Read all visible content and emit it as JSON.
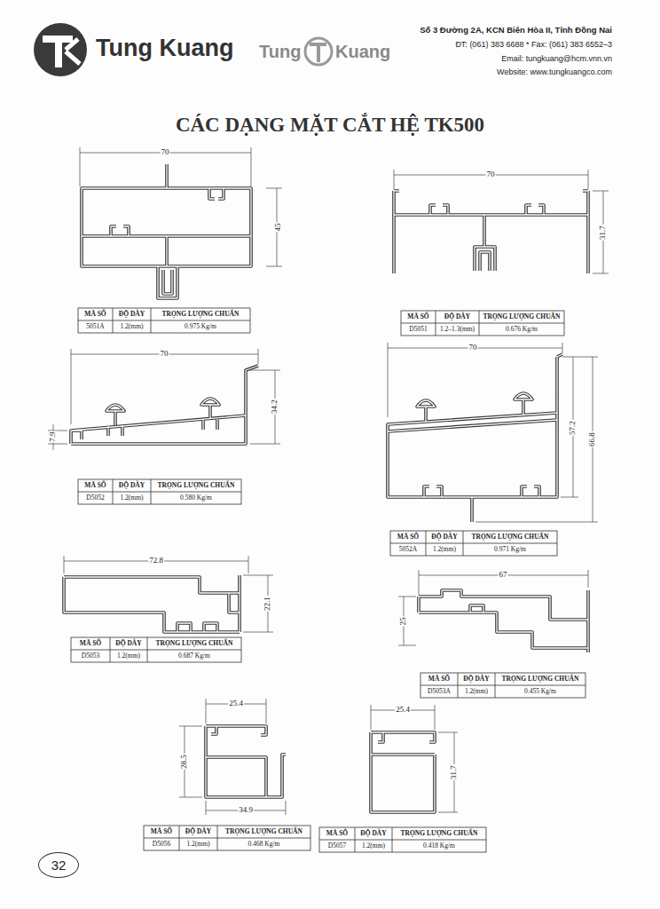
{
  "diagram": {
    "title": "CÁC DẠNG MẶT CẮT HỆ TK500",
    "nodes": [
      {
        "text": [
          "32"
        ]
      }
    ],
    "labels": [
      "Tung Kuang",
      "Tung",
      "Kuang",
      "Số 3 Đường 2A, KCN Biên Hòa II, Tỉnh Đồng Nai",
      "ĐT: (061) 383 6688 * Fax: (061) 383 6552–3",
      "Email: tungkuang@hcm.vnn.vn",
      "Website: www.tungkuangco.com",
      "70",
      "45",
      "MÃ SỐ",
      "ĐỘ DÀY",
      "TRỌNG LƯỢNG CHUẨN",
      "5051A",
      "1.2(mm)",
      "0.975 Kg/m",
      "70",
      "31.7",
      "MÃ SỐ",
      "ĐỘ DÀY",
      "TRỌNG LƯỢNG CHUẨN",
      "D5051",
      "1.2–1.3(mm)",
      "0.676 Kg/m",
      "70",
      "34.2",
      "7.9",
      "MÃ SỐ",
      "ĐỘ DÀY",
      "TRỌNG LƯỢNG CHUẨN",
      "D5052",
      "1.2(mm)",
      "0.580 Kg/m",
      "70",
      "57.2",
      "66.8",
      "MÃ SỐ",
      "ĐỘ DÀY",
      "TRỌNG LƯỢNG CHUẨN",
      "5052A",
      "1.2(mm)",
      "0.971 Kg/m",
      "72.8",
      "22.1",
      "MÃ SỐ",
      "ĐỘ DÀY",
      "TRỌNG LƯỢNG CHUẨN",
      "D5053",
      "1.2(mm)",
      "0.687 Kg/m",
      "67",
      "25",
      "MÃ SỐ",
      "ĐỘ DÀY",
      "TRỌNG LƯỢNG CHUẨN",
      "D5053A",
      "1.2(mm)",
      "0.455 Kg/m",
      "25.4",
      "28.5",
      "34.9",
      "MÃ SỐ",
      "ĐỘ DÀY",
      "TRỌNG LƯỢNG CHUẨN",
      "D5056",
      "1.2(mm)",
      "0.468 Kg/m",
      "25.4",
      "31.7",
      "MÃ SỐ",
      "ĐỘ DÀY",
      "TRỌNG LƯỢNG CHUẨN",
      "D5057",
      "1.2(mm)",
      "0.418 Kg/m"
    ]
  }
}
